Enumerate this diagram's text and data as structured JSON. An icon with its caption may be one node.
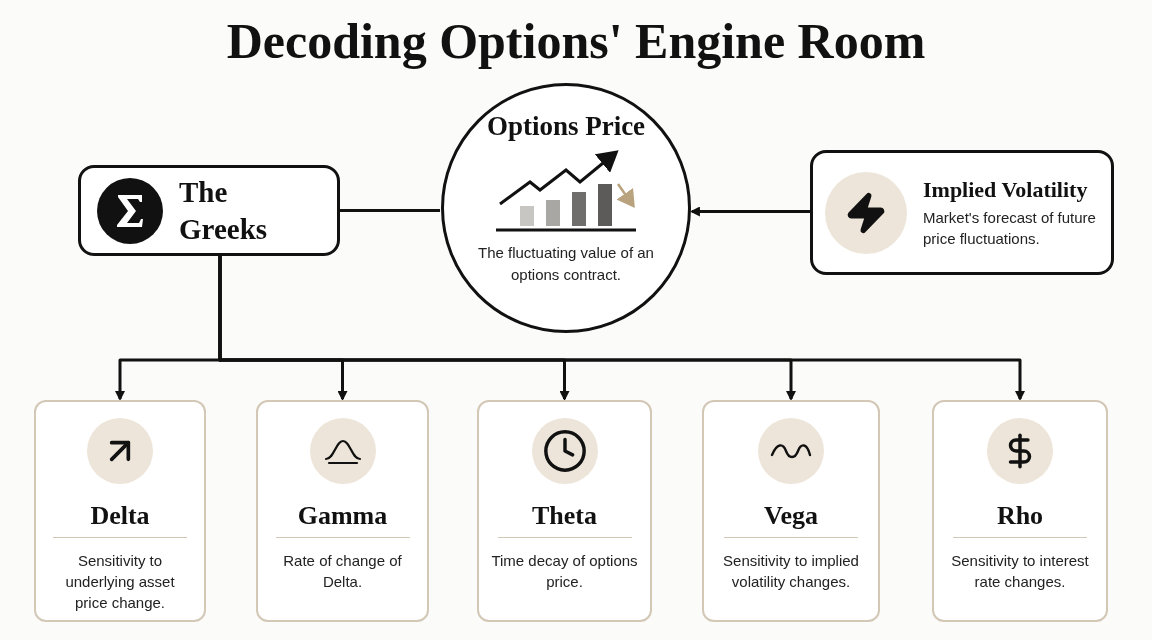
{
  "diagram": {
    "title": "Decoding Options' Engine Room",
    "nodes": [
      {
        "text": [
          "The Greeks"
        ]
      },
      {
        "text": [
          "Options Price",
          "The fluctuating value of an options contract."
        ]
      },
      {
        "text": [
          "Implied Volatility",
          "Market's forecast of future price fluctuations."
        ]
      },
      {
        "text": [
          "Delta",
          "Sensitivity to underlying asset price change."
        ]
      },
      {
        "text": [
          "Gamma",
          "Rate of change of Delta."
        ]
      },
      {
        "text": [
          "Theta",
          "Time decay of options price."
        ]
      },
      {
        "text": [
          "Vega",
          "Sensitivity to implied volatility changes."
        ]
      },
      {
        "text": [
          "Rho",
          "Sensitivity to interest rate changes."
        ]
      }
    ],
    "edges": [
      {
        "from": 0,
        "to": 1,
        "arrow": "none"
      },
      {
        "from": 2,
        "to": 1,
        "arrow": "to"
      },
      {
        "from": 0,
        "to": 3,
        "arrow": "to"
      },
      {
        "from": 0,
        "to": 4,
        "arrow": "to"
      },
      {
        "from": 0,
        "to": 5,
        "arrow": "to"
      },
      {
        "from": 0,
        "to": 6,
        "arrow": "to"
      },
      {
        "from": 0,
        "to": 7,
        "arrow": "to"
      }
    ]
  }
}
